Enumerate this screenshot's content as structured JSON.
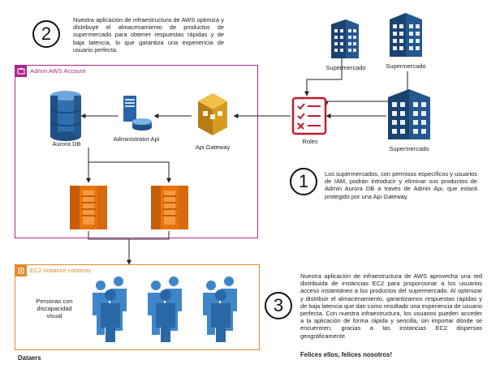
{
  "badges": {
    "one": "1",
    "two": "2",
    "three": "3"
  },
  "paragraphs": {
    "top": "Nuestra aplicación de infraestructura de AWS optimiza y distribuye el almacenamiento de productos de supermercado para obtener respuestas rápidas y de baja latencia, lo que garantiza una experiencia de usuario perfecta.",
    "middle": "Los supermercados, con permisos específicos y usuarios de IAM, podrán introducir y eliminar sus productos de Admin Aurora DB a través de Admin Api, que estará protegido por una Api Gateway.",
    "bottom": "Nuestra aplicación de infraestructura de AWS aprovecha una red distribuida de instancias EC2 para proporcionar a los usuarios acceso instantáneo a los productos del supermercado. Al optimizar y distribuir el almacenamiento, garantizamos respuestas rápidas y de baja latencia que dan como resultado una experiencia de usuario perfecta. Con nuestra infraestructura, los usuarios pueden acceder a la aplicación de forma rápida y sencilla, sin importar dónde se encuentren, gracias a las instancias EC2 dispersas geográficamente.",
    "closing": "Felices ellos, felices nosotros!"
  },
  "groups": {
    "admin": {
      "title": "Admin AWS Account",
      "color": "#b0278a"
    },
    "ec2": {
      "title": "EC2 instance contents",
      "color": "#e2892b"
    }
  },
  "nodes": {
    "aurora": "Aurora DB",
    "admin_api": "Administrator Api",
    "api_gateway": "Api Gateway",
    "roles": "Roles",
    "supermarket_1": "Supermercado",
    "supermarket_2": "Supermercado",
    "supermarket_3": "Supermercado",
    "personas": "Personas con discapacidad visual"
  },
  "footer": {
    "label": "Dataers"
  },
  "colors": {
    "building": "#24588f",
    "building_window": "#e9f0f8",
    "ec2": "#e9740f",
    "aurora": "#2f6fad",
    "gateway": "#d79b22",
    "roles": "#bf1e2d",
    "people": "#3f86c8"
  }
}
